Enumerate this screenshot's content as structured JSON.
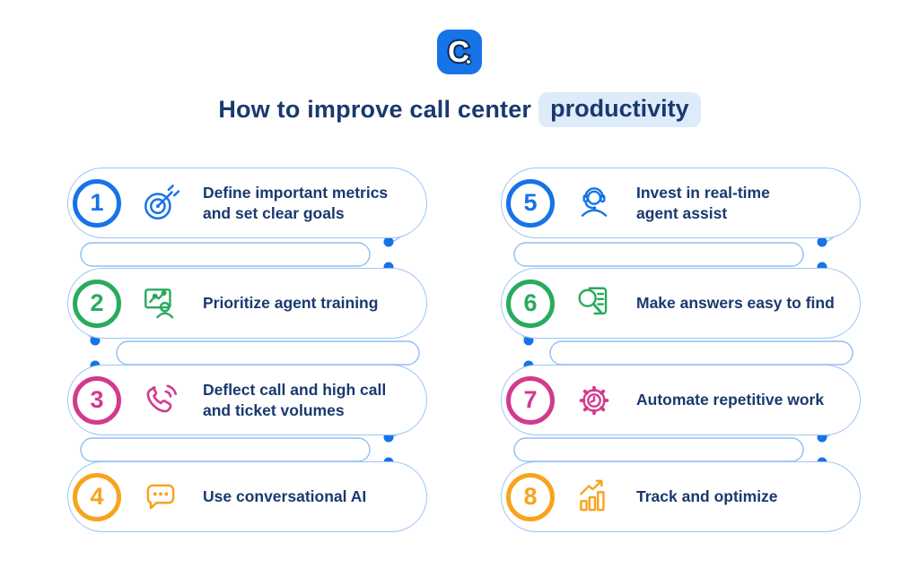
{
  "logo": {
    "letter": "C"
  },
  "title": {
    "prefix": "How to improve call center",
    "highlight": "productivity"
  },
  "colors": {
    "accent_blue": "#1673E8",
    "green": "#27AB5D",
    "pink": "#D23A8D",
    "orange": "#F7A41D",
    "navy_text": "#19396F",
    "capsule_border": "#9CC6F5",
    "connector_line": "#90BEF0",
    "highlight_bg": "#DEEBFB",
    "logo_bg": "#1673E8"
  },
  "items": [
    {
      "number": "1",
      "color": "blue",
      "icon": "target-icon",
      "text": "Define important metrics\nand set clear goals"
    },
    {
      "number": "2",
      "color": "green",
      "icon": "training-board-icon",
      "text": "Prioritize agent training"
    },
    {
      "number": "3",
      "color": "pink",
      "icon": "phone-icon",
      "text": "Deflect call and high call\nand ticket volumes"
    },
    {
      "number": "4",
      "color": "orange",
      "icon": "chat-bubble-icon",
      "text": "Use conversational AI"
    },
    {
      "number": "5",
      "color": "blue",
      "icon": "headset-agent-icon",
      "text": "Invest in real-time\nagent assist"
    },
    {
      "number": "6",
      "color": "green",
      "icon": "search-document-icon",
      "text": "Make answers easy to find"
    },
    {
      "number": "7",
      "color": "pink",
      "icon": "gear-clock-icon",
      "text": "Automate repetitive work"
    },
    {
      "number": "8",
      "color": "orange",
      "icon": "bar-chart-arrow-icon",
      "text": "Track and optimize"
    }
  ]
}
